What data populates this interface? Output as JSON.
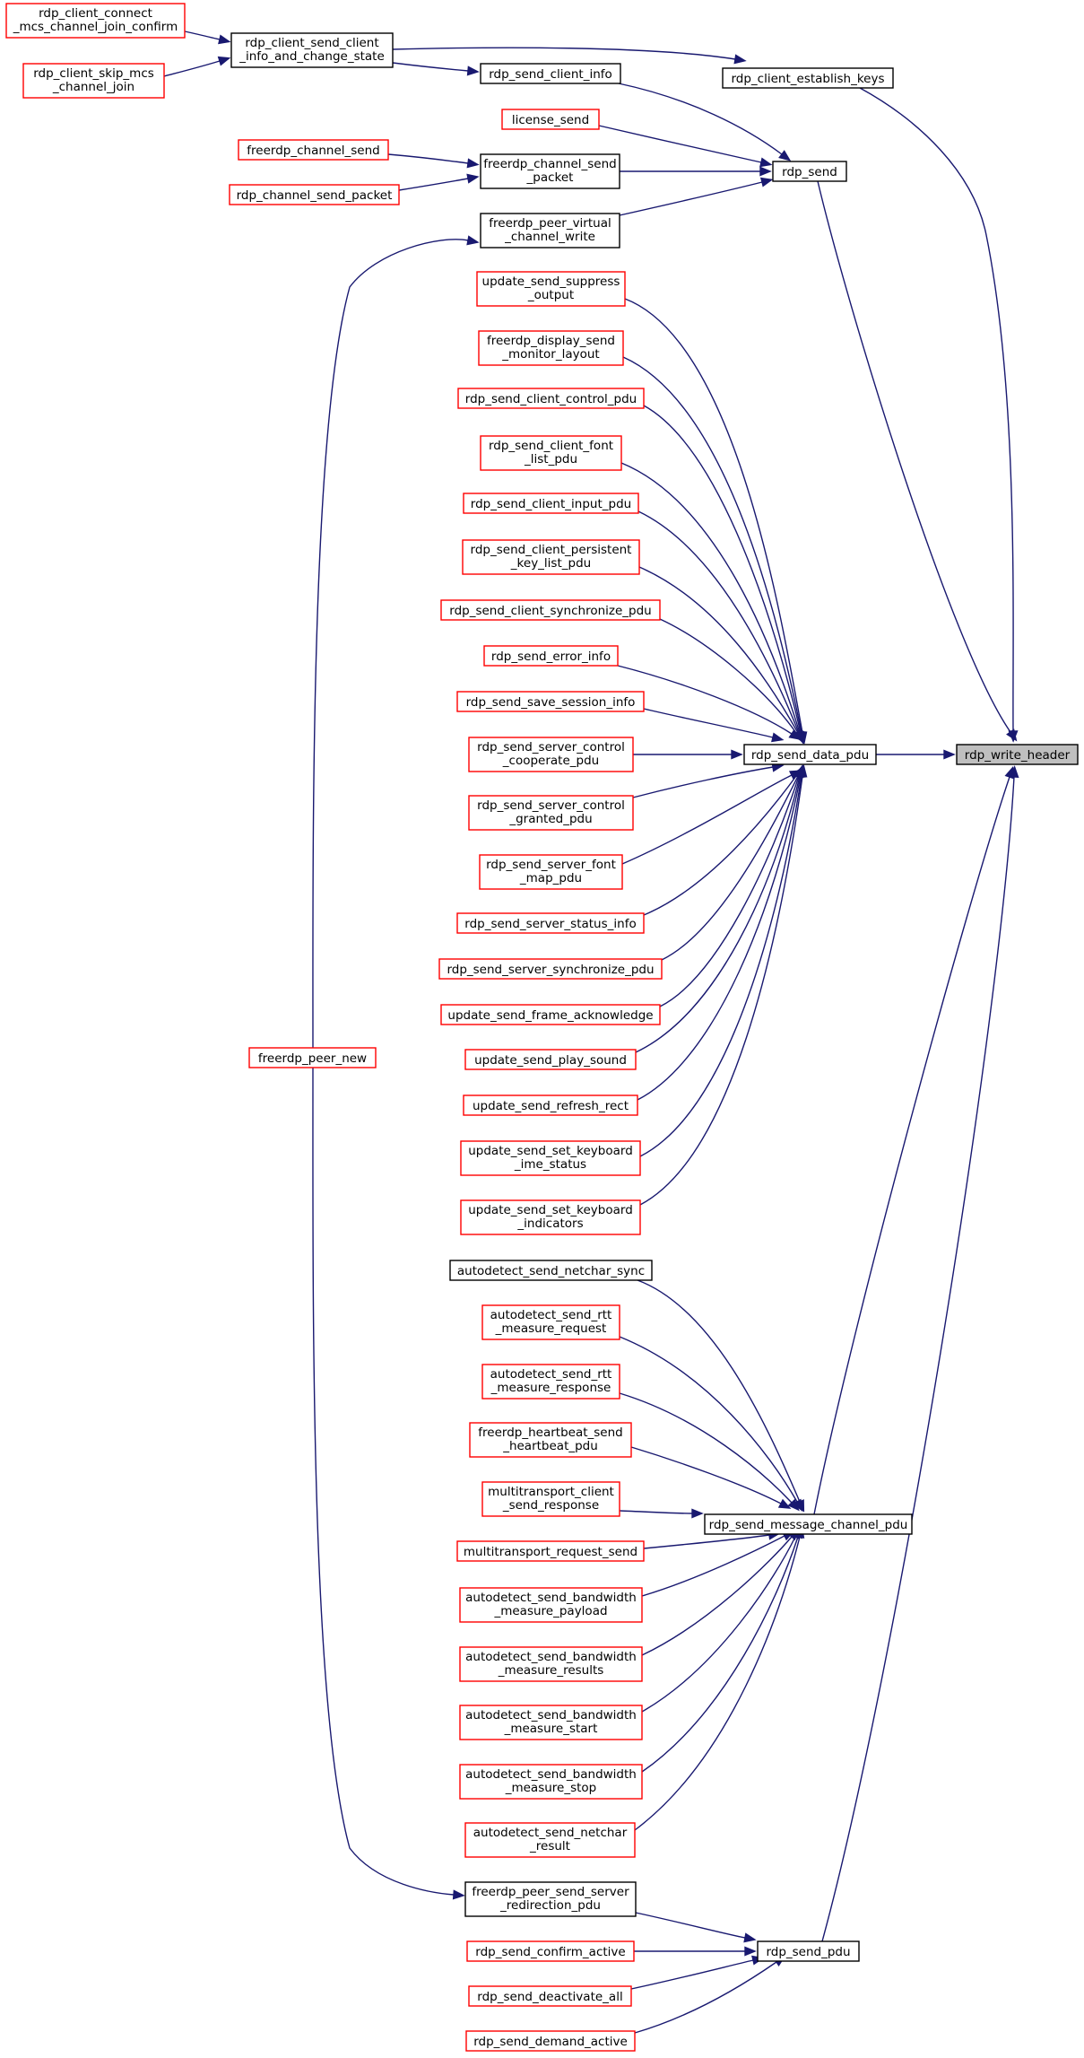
{
  "diagram": {
    "type": "call-graph",
    "focus_node": "rdp_write_header",
    "colors": {
      "edge": "#191970",
      "node_border_documented": "#000000",
      "node_border_undocumented": "#ff0000",
      "focus_fill": "#bfbfbf",
      "node_fill": "#ffffff"
    },
    "nodes": [
      {
        "id": "rdp_write_header",
        "lines": [
          "rdp_write_header"
        ],
        "style": "focus"
      },
      {
        "id": "rdp_client_establish_keys",
        "lines": [
          "rdp_client_establish_keys"
        ],
        "style": "documented"
      },
      {
        "id": "rdp_send",
        "lines": [
          "rdp_send"
        ],
        "style": "documented"
      },
      {
        "id": "rdp_send_data_pdu",
        "lines": [
          "rdp_send_data_pdu"
        ],
        "style": "documented"
      },
      {
        "id": "rdp_send_message_channel_pdu",
        "lines": [
          "rdp_send_message_channel_pdu"
        ],
        "style": "documented"
      },
      {
        "id": "rdp_send_pdu",
        "lines": [
          "rdp_send_pdu"
        ],
        "style": "documented"
      },
      {
        "id": "rdp_client_send_client_info_and_change_state",
        "lines": [
          "rdp_client_send_client",
          "_info_and_change_state"
        ],
        "style": "documented"
      },
      {
        "id": "rdp_send_client_info",
        "lines": [
          "rdp_send_client_info"
        ],
        "style": "documented"
      },
      {
        "id": "rdp_client_connect_mcs_channel_join_confirm",
        "lines": [
          "rdp_client_connect",
          "_mcs_channel_join_confirm"
        ],
        "style": "undocumented"
      },
      {
        "id": "rdp_client_skip_mcs_channel_join",
        "lines": [
          "rdp_client_skip_mcs",
          "_channel_join"
        ],
        "style": "undocumented"
      },
      {
        "id": "license_send",
        "lines": [
          "license_send"
        ],
        "style": "undocumented"
      },
      {
        "id": "freerdp_channel_send_packet",
        "lines": [
          "freerdp_channel_send",
          "_packet"
        ],
        "style": "documented"
      },
      {
        "id": "freerdp_channel_send",
        "lines": [
          "freerdp_channel_send"
        ],
        "style": "undocumented"
      },
      {
        "id": "rdp_channel_send_packet",
        "lines": [
          "rdp_channel_send_packet"
        ],
        "style": "undocumented"
      },
      {
        "id": "freerdp_peer_virtual_channel_write",
        "lines": [
          "freerdp_peer_virtual",
          "_channel_write"
        ],
        "style": "documented"
      },
      {
        "id": "freerdp_peer_new",
        "lines": [
          "freerdp_peer_new"
        ],
        "style": "undocumented"
      },
      {
        "id": "update_send_suppress_output",
        "lines": [
          "update_send_suppress",
          "_output"
        ],
        "style": "undocumented"
      },
      {
        "id": "freerdp_display_send_monitor_layout",
        "lines": [
          "freerdp_display_send",
          "_monitor_layout"
        ],
        "style": "undocumented"
      },
      {
        "id": "rdp_send_client_control_pdu",
        "lines": [
          "rdp_send_client_control_pdu"
        ],
        "style": "undocumented"
      },
      {
        "id": "rdp_send_client_font_list_pdu",
        "lines": [
          "rdp_send_client_font",
          "_list_pdu"
        ],
        "style": "undocumented"
      },
      {
        "id": "rdp_send_client_input_pdu",
        "lines": [
          "rdp_send_client_input_pdu"
        ],
        "style": "undocumented"
      },
      {
        "id": "rdp_send_client_persistent_key_list_pdu",
        "lines": [
          "rdp_send_client_persistent",
          "_key_list_pdu"
        ],
        "style": "undocumented"
      },
      {
        "id": "rdp_send_client_synchronize_pdu",
        "lines": [
          "rdp_send_client_synchronize_pdu"
        ],
        "style": "undocumented"
      },
      {
        "id": "rdp_send_error_info",
        "lines": [
          "rdp_send_error_info"
        ],
        "style": "undocumented"
      },
      {
        "id": "rdp_send_save_session_info",
        "lines": [
          "rdp_send_save_session_info"
        ],
        "style": "undocumented"
      },
      {
        "id": "rdp_send_server_control_cooperate_pdu",
        "lines": [
          "rdp_send_server_control",
          "_cooperate_pdu"
        ],
        "style": "undocumented"
      },
      {
        "id": "rdp_send_server_control_granted_pdu",
        "lines": [
          "rdp_send_server_control",
          "_granted_pdu"
        ],
        "style": "undocumented"
      },
      {
        "id": "rdp_send_server_font_map_pdu",
        "lines": [
          "rdp_send_server_font",
          "_map_pdu"
        ],
        "style": "undocumented"
      },
      {
        "id": "rdp_send_server_status_info",
        "lines": [
          "rdp_send_server_status_info"
        ],
        "style": "undocumented"
      },
      {
        "id": "rdp_send_server_synchronize_pdu",
        "lines": [
          "rdp_send_server_synchronize_pdu"
        ],
        "style": "undocumented"
      },
      {
        "id": "update_send_frame_acknowledge",
        "lines": [
          "update_send_frame_acknowledge"
        ],
        "style": "undocumented"
      },
      {
        "id": "update_send_play_sound",
        "lines": [
          "update_send_play_sound"
        ],
        "style": "undocumented"
      },
      {
        "id": "update_send_refresh_rect",
        "lines": [
          "update_send_refresh_rect"
        ],
        "style": "undocumented"
      },
      {
        "id": "update_send_set_keyboard_ime_status",
        "lines": [
          "update_send_set_keyboard",
          "_ime_status"
        ],
        "style": "undocumented"
      },
      {
        "id": "update_send_set_keyboard_indicators",
        "lines": [
          "update_send_set_keyboard",
          "_indicators"
        ],
        "style": "undocumented"
      },
      {
        "id": "autodetect_send_netchar_sync",
        "lines": [
          "autodetect_send_netchar_sync"
        ],
        "style": "documented"
      },
      {
        "id": "autodetect_send_rtt_measure_request",
        "lines": [
          "autodetect_send_rtt",
          "_measure_request"
        ],
        "style": "undocumented"
      },
      {
        "id": "autodetect_send_rtt_measure_response",
        "lines": [
          "autodetect_send_rtt",
          "_measure_response"
        ],
        "style": "undocumented"
      },
      {
        "id": "freerdp_heartbeat_send_heartbeat_pdu",
        "lines": [
          "freerdp_heartbeat_send",
          "_heartbeat_pdu"
        ],
        "style": "undocumented"
      },
      {
        "id": "multitransport_client_send_response",
        "lines": [
          "multitransport_client",
          "_send_response"
        ],
        "style": "undocumented"
      },
      {
        "id": "multitransport_request_send",
        "lines": [
          "multitransport_request_send"
        ],
        "style": "undocumented"
      },
      {
        "id": "autodetect_send_bandwidth_measure_payload",
        "lines": [
          "autodetect_send_bandwidth",
          "_measure_payload"
        ],
        "style": "undocumented"
      },
      {
        "id": "autodetect_send_bandwidth_measure_results",
        "lines": [
          "autodetect_send_bandwidth",
          "_measure_results"
        ],
        "style": "undocumented"
      },
      {
        "id": "autodetect_send_bandwidth_measure_start",
        "lines": [
          "autodetect_send_bandwidth",
          "_measure_start"
        ],
        "style": "undocumented"
      },
      {
        "id": "autodetect_send_bandwidth_measure_stop",
        "lines": [
          "autodetect_send_bandwidth",
          "_measure_stop"
        ],
        "style": "undocumented"
      },
      {
        "id": "autodetect_send_netchar_result",
        "lines": [
          "autodetect_send_netchar",
          "_result"
        ],
        "style": "undocumented"
      },
      {
        "id": "freerdp_peer_send_server_redirection_pdu",
        "lines": [
          "freerdp_peer_send_server",
          "_redirection_pdu"
        ],
        "style": "documented"
      },
      {
        "id": "rdp_send_confirm_active",
        "lines": [
          "rdp_send_confirm_active"
        ],
        "style": "undocumented"
      },
      {
        "id": "rdp_send_deactivate_all",
        "lines": [
          "rdp_send_deactivate_all"
        ],
        "style": "undocumented"
      },
      {
        "id": "rdp_send_demand_active",
        "lines": [
          "rdp_send_demand_active"
        ],
        "style": "undocumented"
      }
    ],
    "edges": [
      {
        "from": "rdp_client_establish_keys",
        "to": "rdp_write_header"
      },
      {
        "from": "rdp_send",
        "to": "rdp_write_header"
      },
      {
        "from": "rdp_send_data_pdu",
        "to": "rdp_write_header"
      },
      {
        "from": "rdp_send_message_channel_pdu",
        "to": "rdp_write_header"
      },
      {
        "from": "rdp_send_pdu",
        "to": "rdp_write_header"
      },
      {
        "from": "rdp_client_send_client_info_and_change_state",
        "to": "rdp_client_establish_keys"
      },
      {
        "from": "rdp_client_send_client_info_and_change_state",
        "to": "rdp_send_client_info"
      },
      {
        "from": "rdp_client_connect_mcs_channel_join_confirm",
        "to": "rdp_client_send_client_info_and_change_state"
      },
      {
        "from": "rdp_client_skip_mcs_channel_join",
        "to": "rdp_client_send_client_info_and_change_state"
      },
      {
        "from": "rdp_send_client_info",
        "to": "rdp_send"
      },
      {
        "from": "license_send",
        "to": "rdp_send"
      },
      {
        "from": "freerdp_channel_send_packet",
        "to": "rdp_send"
      },
      {
        "from": "freerdp_peer_virtual_channel_write",
        "to": "rdp_send"
      },
      {
        "from": "freerdp_channel_send",
        "to": "freerdp_channel_send_packet"
      },
      {
        "from": "rdp_channel_send_packet",
        "to": "freerdp_channel_send_packet"
      },
      {
        "from": "freerdp_peer_new",
        "to": "freerdp_peer_virtual_channel_write"
      },
      {
        "from": "freerdp_peer_new",
        "to": "freerdp_peer_send_server_redirection_pdu"
      },
      {
        "from": "update_send_suppress_output",
        "to": "rdp_send_data_pdu"
      },
      {
        "from": "freerdp_display_send_monitor_layout",
        "to": "rdp_send_data_pdu"
      },
      {
        "from": "rdp_send_client_control_pdu",
        "to": "rdp_send_data_pdu"
      },
      {
        "from": "rdp_send_client_font_list_pdu",
        "to": "rdp_send_data_pdu"
      },
      {
        "from": "rdp_send_client_input_pdu",
        "to": "rdp_send_data_pdu"
      },
      {
        "from": "rdp_send_client_persistent_key_list_pdu",
        "to": "rdp_send_data_pdu"
      },
      {
        "from": "rdp_send_client_synchronize_pdu",
        "to": "rdp_send_data_pdu"
      },
      {
        "from": "rdp_send_error_info",
        "to": "rdp_send_data_pdu"
      },
      {
        "from": "rdp_send_save_session_info",
        "to": "rdp_send_data_pdu"
      },
      {
        "from": "rdp_send_server_control_cooperate_pdu",
        "to": "rdp_send_data_pdu"
      },
      {
        "from": "rdp_send_server_control_granted_pdu",
        "to": "rdp_send_data_pdu"
      },
      {
        "from": "rdp_send_server_font_map_pdu",
        "to": "rdp_send_data_pdu"
      },
      {
        "from": "rdp_send_server_status_info",
        "to": "rdp_send_data_pdu"
      },
      {
        "from": "rdp_send_server_synchronize_pdu",
        "to": "rdp_send_data_pdu"
      },
      {
        "from": "update_send_frame_acknowledge",
        "to": "rdp_send_data_pdu"
      },
      {
        "from": "update_send_play_sound",
        "to": "rdp_send_data_pdu"
      },
      {
        "from": "update_send_refresh_rect",
        "to": "rdp_send_data_pdu"
      },
      {
        "from": "update_send_set_keyboard_ime_status",
        "to": "rdp_send_data_pdu"
      },
      {
        "from": "update_send_set_keyboard_indicators",
        "to": "rdp_send_data_pdu"
      },
      {
        "from": "autodetect_send_netchar_sync",
        "to": "rdp_send_message_channel_pdu"
      },
      {
        "from": "autodetect_send_rtt_measure_request",
        "to": "rdp_send_message_channel_pdu"
      },
      {
        "from": "autodetect_send_rtt_measure_response",
        "to": "rdp_send_message_channel_pdu"
      },
      {
        "from": "freerdp_heartbeat_send_heartbeat_pdu",
        "to": "rdp_send_message_channel_pdu"
      },
      {
        "from": "multitransport_client_send_response",
        "to": "rdp_send_message_channel_pdu"
      },
      {
        "from": "multitransport_request_send",
        "to": "rdp_send_message_channel_pdu"
      },
      {
        "from": "autodetect_send_bandwidth_measure_payload",
        "to": "rdp_send_message_channel_pdu"
      },
      {
        "from": "autodetect_send_bandwidth_measure_results",
        "to": "rdp_send_message_channel_pdu"
      },
      {
        "from": "autodetect_send_bandwidth_measure_start",
        "to": "rdp_send_message_channel_pdu"
      },
      {
        "from": "autodetect_send_bandwidth_measure_stop",
        "to": "rdp_send_message_channel_pdu"
      },
      {
        "from": "autodetect_send_netchar_result",
        "to": "rdp_send_message_channel_pdu"
      },
      {
        "from": "freerdp_peer_send_server_redirection_pdu",
        "to": "rdp_send_pdu"
      },
      {
        "from": "rdp_send_confirm_active",
        "to": "rdp_send_pdu"
      },
      {
        "from": "rdp_send_deactivate_all",
        "to": "rdp_send_pdu"
      },
      {
        "from": "rdp_send_demand_active",
        "to": "rdp_send_pdu"
      }
    ]
  }
}
